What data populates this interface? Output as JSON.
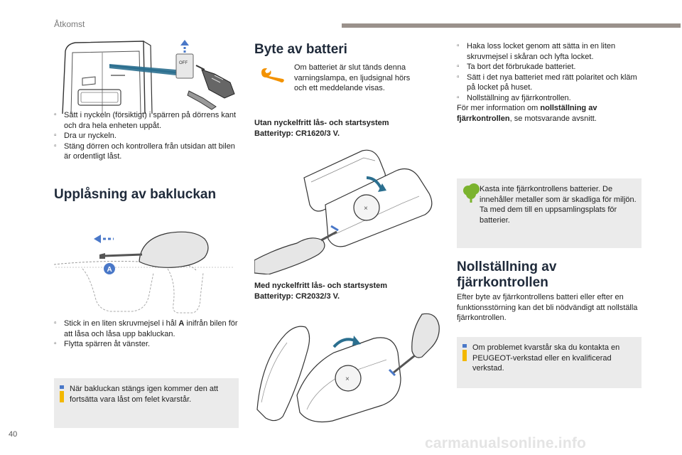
{
  "header": {
    "section": "Åtkomst",
    "page_number": "40"
  },
  "watermark": "carmanualsonline.info",
  "left": {
    "steps_top": [
      "Sätt i nyckeln (försiktigt) i spärren på dörrens kant och dra hela enheten uppåt.",
      "Dra ur nyckeln.",
      "Stäng dörren och kontrollera från utsidan att bilen är ordentligt låst."
    ],
    "unlock_title": "Upplåsning av bakluckan",
    "figure_off_label": "OFF",
    "figure_a_label": "A",
    "unlock_steps": {
      "step1_before": "Stick in en liten skruvmejsel i hål ",
      "step1_bold": "A",
      "step1_after": " inifrån bilen för att låsa och låsa upp bakluckan.",
      "step2": "Flytta spärren åt vänster."
    },
    "note": "När bakluckan stängs igen kommer den att fortsätta vara låst om felet kvarstår."
  },
  "middle": {
    "title": "Byte av batteri",
    "warning_text": "Om batteriet är slut tänds denna varningslampa, en ljudsignal hörs och ett meddelande visas.",
    "variant1_line1": "Utan nyckelfritt lås- och startsystem",
    "variant1_line2": "Batterityp: CR1620/3 V.",
    "variant2_line1": "Med nyckelfritt lås- och startsystem",
    "variant2_line2": "Batterityp: CR2032/3 V."
  },
  "right": {
    "steps": [
      "Haka loss locket genom att sätta in en liten skruvmejsel i skåran och lyfta locket.",
      "Ta bort det förbrukade batteriet.",
      "Sätt i det nya batteriet med rätt polaritet och kläm på locket på huset.",
      "Nollställning av fjärrkontrollen."
    ],
    "more_info_before": "För mer information om ",
    "more_info_bold": "nollställning av fjärrkontrollen",
    "more_info_after": ", se motsvarande avsnitt.",
    "eco_note": "Kasta inte fjärrkontrollens batterier. De innehåller metaller som är skadliga för miljön. Ta med dem till en uppsamlingsplats för batterier.",
    "reset_title": "Nollställning av fjärrkontrollen",
    "reset_text": "Efter byte av fjärrkontrollens batteri eller efter en funktionsstörning kan det bli nödvändigt att nollställa fjärrkontrollen.",
    "reset_note": "Om problemet kvarstår ska du kontakta en PEUGEOT-verkstad eller en kvalificerad verkstad."
  },
  "colors": {
    "accent_blue": "#4a78c8",
    "info_yellow": "#f3b800",
    "eco_green": "#7bb32e",
    "wrench_orange": "#f39200",
    "box_gray": "#ebebeb",
    "header_bar": "#9a918b"
  },
  "icons": [
    "bullet-arrow-icon",
    "wrench-warning-icon",
    "info-icon",
    "eco-tree-icon"
  ]
}
